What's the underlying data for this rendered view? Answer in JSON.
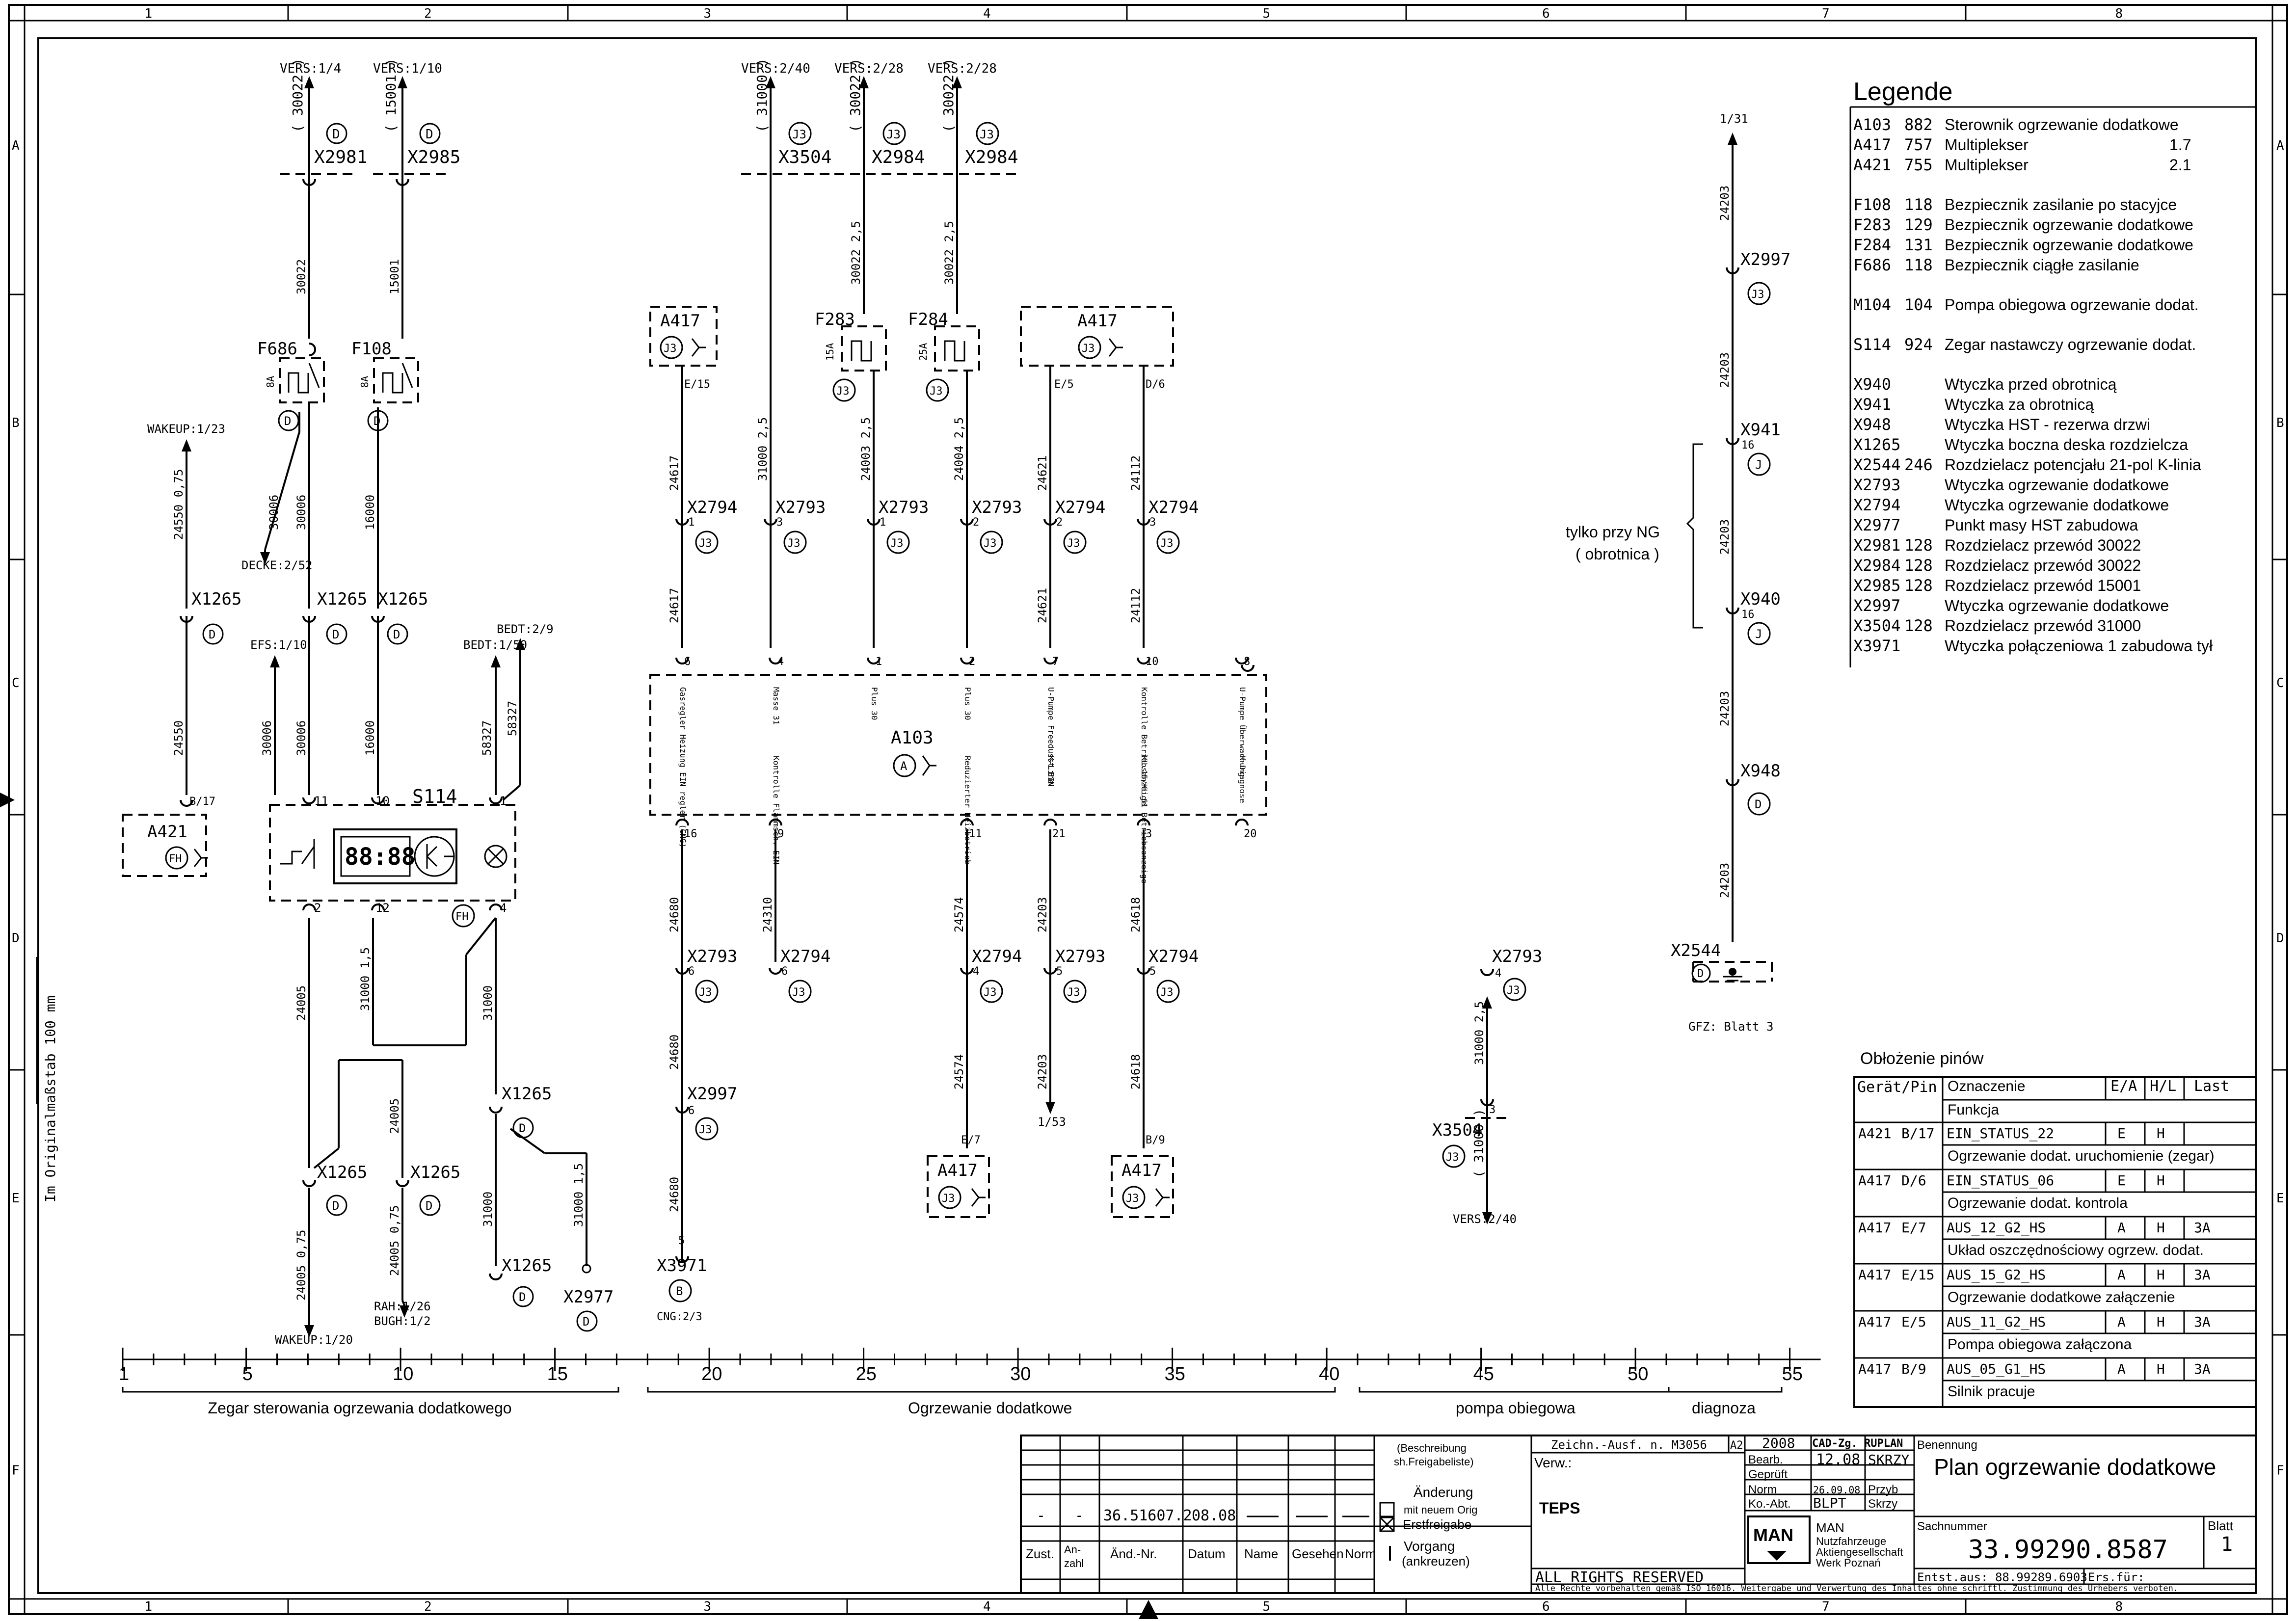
{
  "frame": {
    "columns": [
      "1",
      "2",
      "3",
      "4",
      "5",
      "6",
      "7",
      "8"
    ],
    "rows": [
      "A",
      "B",
      "C",
      "D",
      "E",
      "F"
    ],
    "scale_note": "Im Originalmaßstab 100 mm"
  },
  "components": [
    {
      "id": "X2981",
      "ref": "VERS:1/4",
      "wire": "( 30022 )",
      "tag": "D"
    },
    {
      "id": "X2985",
      "ref": "VERS:1/10",
      "wire": "( 15001 )",
      "tag": "D"
    },
    {
      "id": "X3504",
      "ref": "VERS:2/40",
      "wire": "( 31000 )",
      "tag": "J3"
    },
    {
      "id": "X2984",
      "ref": "VERS:2/28",
      "wire": "( 30022 )",
      "tag": "J3"
    },
    {
      "id": "X2984",
      "ref": "VERS:2/28",
      "wire": "( 30022 )",
      "tag": "J3"
    }
  ],
  "labels": {
    "wakeup_top": "WAKEUP:1/23",
    "wakeup_bottom": "WAKEUP:1/20",
    "decke": "DECKE:2/52",
    "efs": "EFS:1/10",
    "bedt1": "BEDT:2/9",
    "bedt2": "BEDT:1/50",
    "rah": "RAH:1/26",
    "bugh": "BUGH:1/2",
    "cng": "CNG:2/3",
    "ref_153": "1/53",
    "ref_131": "1/31",
    "vers_240": "VERS:2/40",
    "gfz": "GFZ: Blatt 3",
    "tylko": "tylko przy  NG",
    "obrotnica": "( obrotnica )",
    "s114": "S114",
    "a103": "A103",
    "a417": "A417",
    "a421": "A421",
    "f686": "F686",
    "f108": "F108",
    "f283": "F283",
    "f284": "F284",
    "x1265": "X1265",
    "x2794": "X2794",
    "x2793": "X2793",
    "x2997": "X2997",
    "x3971": "X3971",
    "x2977": "X2977",
    "x941": "X941",
    "x940": "X940",
    "x948": "X948",
    "x2544": "X2544",
    "x3504": "X3504",
    "clock": "88:88"
  },
  "a103_pins": [
    "Gasregler Heizung EIN regler (CNG)",
    "Masse 31",
    "Plus 30",
    "Plus 30",
    "U-Pumpe Freedusst EIN",
    "Kontrolle Betriebsanzeige",
    "U-Pumpe Überwachung",
    "Kontrolle Flammsch. EIN",
    "Reduzierter Heizbetrieb",
    "K-Line",
    "KL.15/KL.61 Betriebsanzeige",
    "K-Diagnose"
  ],
  "legend": {
    "title": "Legende",
    "items": [
      {
        "code": "A103",
        "num": "882",
        "desc": "Sterownik ogrzewanie dodatkowe",
        "ref": ""
      },
      {
        "code": "A417",
        "num": "757",
        "desc": "Multiplekser",
        "ref": "1.7"
      },
      {
        "code": "A421",
        "num": "755",
        "desc": "Multiplekser",
        "ref": "2.1"
      },
      {
        "code": "F108",
        "num": "118",
        "desc": "Bezpiecznik zasilanie po stacyjce",
        "ref": ""
      },
      {
        "code": "F283",
        "num": "129",
        "desc": "Bezpiecznik ogrzewanie dodatkowe",
        "ref": ""
      },
      {
        "code": "F284",
        "num": "131",
        "desc": "Bezpiecznik ogrzewanie dodatkowe",
        "ref": ""
      },
      {
        "code": "F686",
        "num": "118",
        "desc": "Bezpiecznik ciągłe zasilanie",
        "ref": ""
      },
      {
        "code": "M104",
        "num": "104",
        "desc": "Pompa obiegowa ogrzewanie dodat.",
        "ref": ""
      },
      {
        "code": "S114",
        "num": "924",
        "desc": "Zegar nastawczy ogrzewanie dodat.",
        "ref": ""
      },
      {
        "code": "X940",
        "num": "",
        "desc": "Wtyczka przed obrotnicą",
        "ref": ""
      },
      {
        "code": "X941",
        "num": "",
        "desc": "Wtyczka za obrotnicą",
        "ref": ""
      },
      {
        "code": "X948",
        "num": "",
        "desc": "Wtyczka HST - rezerwa drzwi",
        "ref": ""
      },
      {
        "code": "X1265",
        "num": "",
        "desc": "Wtyczka boczna deska rozdzielcza",
        "ref": ""
      },
      {
        "code": "X2544",
        "num": "246",
        "desc": "Rozdzielacz potencjału 21-pol K-linia",
        "ref": ""
      },
      {
        "code": "X2793",
        "num": "",
        "desc": "Wtyczka ogrzewanie dodatkowe",
        "ref": ""
      },
      {
        "code": "X2794",
        "num": "",
        "desc": "Wtyczka ogrzewanie dodatkowe",
        "ref": ""
      },
      {
        "code": "X2977",
        "num": "",
        "desc": "Punkt masy HST zabudowa",
        "ref": ""
      },
      {
        "code": "X2981",
        "num": "128",
        "desc": "Rozdzielacz przewód 30022",
        "ref": ""
      },
      {
        "code": "X2984",
        "num": "128",
        "desc": "Rozdzielacz przewód 30022",
        "ref": ""
      },
      {
        "code": "X2985",
        "num": "128",
        "desc": "Rozdzielacz przewód 15001",
        "ref": ""
      },
      {
        "code": "X2997",
        "num": "",
        "desc": "Wtyczka ogrzewanie dodatkowe",
        "ref": ""
      },
      {
        "code": "X3504",
        "num": "128",
        "desc": "Rozdzielacz przewód 31000",
        "ref": ""
      },
      {
        "code": "X3971",
        "num": "",
        "desc": "Wtyczka połączeniowa 1 zabudowa tył",
        "ref": ""
      }
    ]
  },
  "pin_table": {
    "title": "Obłożenie pinów",
    "headers": [
      "Gerät/Pin",
      "Oznaczenie",
      "E/A",
      "H/L",
      "Last"
    ],
    "subheader": "Funkcja",
    "rows": [
      {
        "dev": "A421",
        "pin": "B/17",
        "name": "EIN_STATUS_22",
        "ea": "E",
        "hl": "H",
        "last": "",
        "func": "Ogrzewanie dodat. uruchomienie (zegar)"
      },
      {
        "dev": "A417",
        "pin": "D/6",
        "name": "EIN_STATUS_06",
        "ea": "E",
        "hl": "H",
        "last": "",
        "func": "Ogrzewanie dodat. kontrola"
      },
      {
        "dev": "A417",
        "pin": "E/7",
        "name": "AUS_12_G2_HS",
        "ea": "A",
        "hl": "H",
        "last": "3A",
        "func": "Układ oszczędnościowy ogrzew. dodat."
      },
      {
        "dev": "A417",
        "pin": "E/15",
        "name": "AUS_15_G2_HS",
        "ea": "A",
        "hl": "H",
        "last": "3A",
        "func": "Ogrzewanie dodatkowe załączenie"
      },
      {
        "dev": "A417",
        "pin": "E/5",
        "name": "AUS_11_G2_HS",
        "ea": "A",
        "hl": "H",
        "last": "3A",
        "func": "Pompa obiegowa załączona"
      },
      {
        "dev": "A417",
        "pin": "B/9",
        "name": "AUS_05_G1_HS",
        "ea": "A",
        "hl": "H",
        "last": "3A",
        "func": "Silnik pracuje"
      }
    ]
  },
  "ruler": {
    "ticks": [
      "1",
      "5",
      "10",
      "15",
      "20",
      "25",
      "30",
      "35",
      "40",
      "45",
      "50",
      "55"
    ],
    "groups": [
      "Zegar sterowania ogrzewania dodatkowego",
      "Ogrzewanie dodatkowe",
      "pompa obiegowa",
      "diagnoza"
    ]
  },
  "title_block": {
    "benennung_label": "Benennung",
    "title": "Plan ogrzewanie dodatkowe",
    "sachnummer_label": "Sachnummer",
    "sachnummer": "33.99290.8587",
    "blatt_label": "Blatt",
    "blatt": "1",
    "entst": "Entst.aus: 88.99289.6903",
    "ers": "Ers.für:",
    "zeichn": "Zeichn.-Ausf. n. M3056",
    "a2": "A2",
    "year": "2008",
    "cad": "CAD-Zg. RUPLAN",
    "verw": "Verw.:",
    "bearb": "Bearb.",
    "bearb_date": "12.08",
    "bearb_name": "SKRZY",
    "geprueft": "Geprüft",
    "norm": "Norm",
    "norm_date": "26.09.08",
    "norm_name": "Przyb",
    "koabt": "Ko.-Abt.",
    "koabt_val": "BLPT",
    "koabt_name": "Skrzy",
    "teps": "TEPS",
    "rights": "ALL RIGHTS RESERVED",
    "man": "MAN",
    "company1": "MAN",
    "company2": "Nutzfahrzeuge",
    "company3": "Aktiengesellschaft",
    "company4": "Werk Poznań",
    "iso": "Alle Rechte vorbehalten gemäß ISO 16016. Weitergabe und Verwertung des Inhaltes ohne schriftl. Zustimmung des Urhebers verboten.",
    "besch1": "(Beschreibung",
    "besch2": "sh.Freigabeliste)",
    "aend": "Änderung",
    "mit": "mit neuem Orig",
    "erst": "Erstfreigabe",
    "vorgang": "Vorgang",
    "ankreuzen": "(ankreuzen)",
    "change_row": [
      "-",
      "-",
      "36.51607.2",
      "08.08"
    ],
    "cols": [
      "Zust.",
      "An-\nzahl",
      "Änd.-Nr.",
      "Datum",
      "Name",
      "Gesehen",
      "Norm"
    ]
  }
}
